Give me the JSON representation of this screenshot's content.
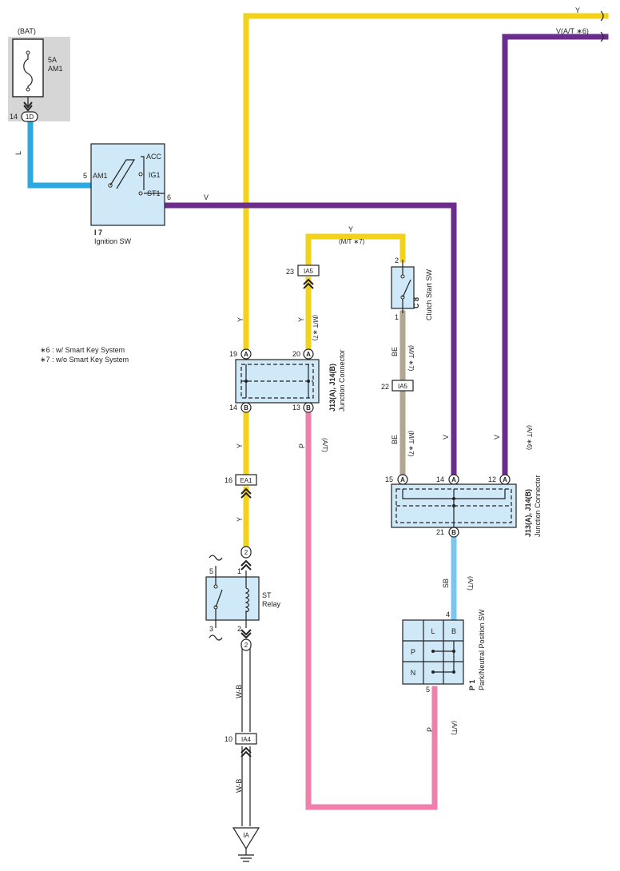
{
  "colors": {
    "yellow": "#f2d21a",
    "violet": "#6a2d8c",
    "blue": "#2ba9e0",
    "pink": "#ef7fad",
    "beige": "#b3a691",
    "sky": "#7cc6ee",
    "component_fill": "#cfe9f8",
    "fuse_bg": "#d6d6d6",
    "black": "#222222"
  },
  "fuse": {
    "bat_label": "(BAT)",
    "amp": "5A",
    "name": "AM1",
    "pin": "14",
    "connector": "1D"
  },
  "ignition": {
    "code": "I 7",
    "name": "Ignition SW",
    "pin_am1": "5",
    "am1": "AM1",
    "acc": "ACC",
    "ig1": "IG1",
    "st1": "ST1",
    "pin_st1": "6"
  },
  "notes": [
    "∗6 : w/ Smart Key System",
    "∗7 : w/o Smart Key System"
  ],
  "top_wires": {
    "y_label": "Y",
    "v_label": "V(A/T ∗6)"
  },
  "wire_labels": {
    "l": "L",
    "v": "V",
    "y": "Y",
    "mt7": "(M/T ∗7)",
    "be": "BE",
    "p": "P",
    "at": "(A/T)",
    "sb": "SB",
    "wb": "W-B",
    "at6": "(A/T ∗6)"
  },
  "jc_upper": {
    "code": "J13(A), J14(B)",
    "name": "Junction Connector",
    "pin19": "19",
    "pin20": "20",
    "pin14": "14",
    "pin13": "13",
    "a": "A",
    "b": "B"
  },
  "jc_lower": {
    "code": "J13(A), J14(B)",
    "name": "Junction Connector",
    "pin15": "15",
    "pin14": "14",
    "pin12": "12",
    "pin21": "21",
    "a": "A",
    "b": "B"
  },
  "connectors": {
    "ia5_top": {
      "pin": "23",
      "name": "IA5"
    },
    "ia5_mid": {
      "pin": "22",
      "name": "IA5"
    },
    "ea1": {
      "pin": "16",
      "name": "EA1"
    },
    "ia4": {
      "pin": "10",
      "name": "IA4"
    },
    "ground": "IA"
  },
  "clutch": {
    "code": "C 8",
    "name": "Clutch Start SW",
    "pin2": "2",
    "pin1": "1"
  },
  "relay": {
    "name1": "ST",
    "name2": "Relay",
    "pin5": "5",
    "pin3": "3",
    "pin1": "1",
    "pin2": "2",
    "conn_top": "2",
    "conn_bot": "2"
  },
  "pnp": {
    "code": "P 1",
    "name": "Park/Neutral Position SW",
    "pin4": "4",
    "pin5": "5",
    "l": "L",
    "b": "B",
    "p": "P",
    "n": "N"
  }
}
